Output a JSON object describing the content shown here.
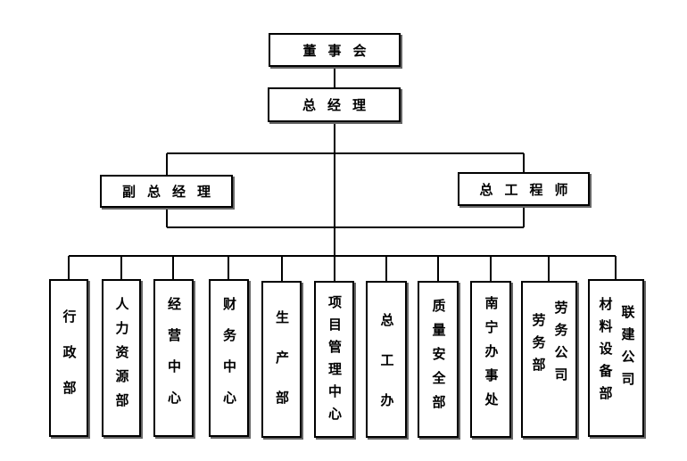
{
  "chairman": "董事会",
  "gm": "总经理",
  "deputy_gm": "副总经理",
  "chief_engineer": "总工程师",
  "departments": [
    {
      "label": "行政部"
    },
    {
      "label": "人力资源部"
    },
    {
      "label": "经营中心"
    },
    {
      "label": "财务中心"
    },
    {
      "label": "生产部"
    },
    {
      "label": "项目管理中心"
    },
    {
      "label": "总工办"
    },
    {
      "label": "质量安全部"
    },
    {
      "label": "南宁办事处"
    },
    {
      "label_col1": "劳务公司",
      "label_col2": "劳务部"
    },
    {
      "label_col1": "联建公司",
      "label_col2": "材料设备部"
    }
  ]
}
